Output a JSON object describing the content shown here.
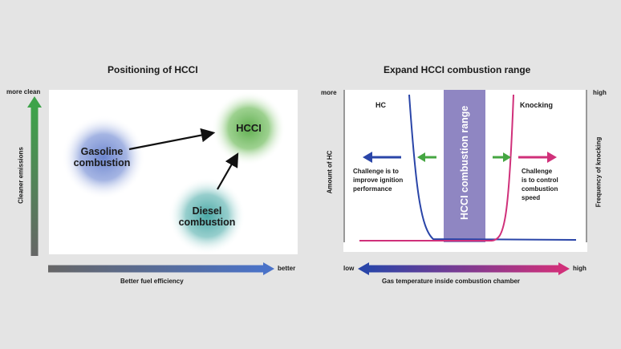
{
  "left_diagram": {
    "title": "Positioning of HCCI",
    "y_axis": {
      "label": "Cleaner emissions",
      "top_label": "more clean"
    },
    "x_axis": {
      "label": "Better fuel efficiency",
      "right_label": "better"
    },
    "nodes": {
      "gasoline": {
        "line1": "Gasoline",
        "line2": "combustion"
      },
      "diesel": {
        "line1": "Diesel",
        "line2": "combustion"
      },
      "hcci": {
        "label": "HCCI"
      }
    },
    "colors": {
      "gasoline": "#6d86cf",
      "diesel": "#59b0ae",
      "hcci": "#6cb85d",
      "arrow_green": "#3f9d45",
      "arrow_blue": "#4a72c8"
    }
  },
  "right_diagram": {
    "title": "Expand HCCI combustion range",
    "left_axis": {
      "label": "Amount of HC",
      "top_label": "more"
    },
    "right_axis": {
      "label": "Frequency of knocking",
      "top_label": "high"
    },
    "bottom_axis": {
      "label": "Gas temperature inside combustion chamber",
      "left_label": "low",
      "right_label": "high"
    },
    "band_label": "HCCI combustion range",
    "curve_labels": {
      "hc": "HC",
      "knocking": "Knocking"
    },
    "notes": {
      "left": {
        "line1": "Challenge is to",
        "line2": "improve ignition",
        "line3": "performance"
      },
      "right": {
        "line1": "Challenge",
        "line2": "is to control",
        "line3": "combustion",
        "line4": "speed"
      }
    },
    "colors": {
      "hc_curve": "#2a45a8",
      "knock_curve": "#d0307a",
      "band": "#8f86c2",
      "green_arrow": "#45a642"
    }
  }
}
